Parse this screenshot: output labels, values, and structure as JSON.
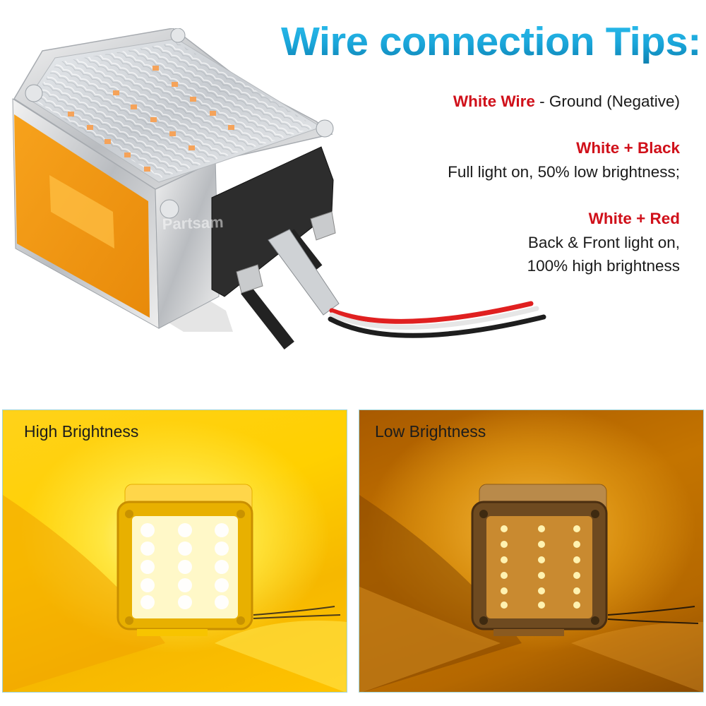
{
  "header": {
    "title": "Wire connection Tips:",
    "title_color_top": "#2ec0ef",
    "title_color_bottom": "#0d7fae"
  },
  "tips": {
    "accent_color": "#d0101a",
    "items": [
      {
        "label": "White Wire",
        "description": " - Ground (Negative)"
      },
      {
        "label": "White + Black",
        "description": "Full light on, 50% low brightness;"
      },
      {
        "label": "White + Red",
        "description_lines": [
          "Back & Front light on,",
          "100% high brightness"
        ]
      }
    ]
  },
  "product": {
    "name": "square LED stop/turn/tail double-face pedestal light",
    "watermark": "Partsam",
    "led_color": "#f5a35a",
    "side_reflector_color": "#f29a1c",
    "wires": [
      {
        "color_name": "red",
        "hex": "#e02020"
      },
      {
        "color_name": "white",
        "hex": "#e6e6e6"
      },
      {
        "color_name": "black",
        "hex": "#1e1e1e"
      }
    ]
  },
  "panels": [
    {
      "id": "high",
      "label": "High Brightness",
      "border_color": "#9fd3d8"
    },
    {
      "id": "low",
      "label": "Low Brightness",
      "border_color": "#9fd3d8"
    }
  ]
}
